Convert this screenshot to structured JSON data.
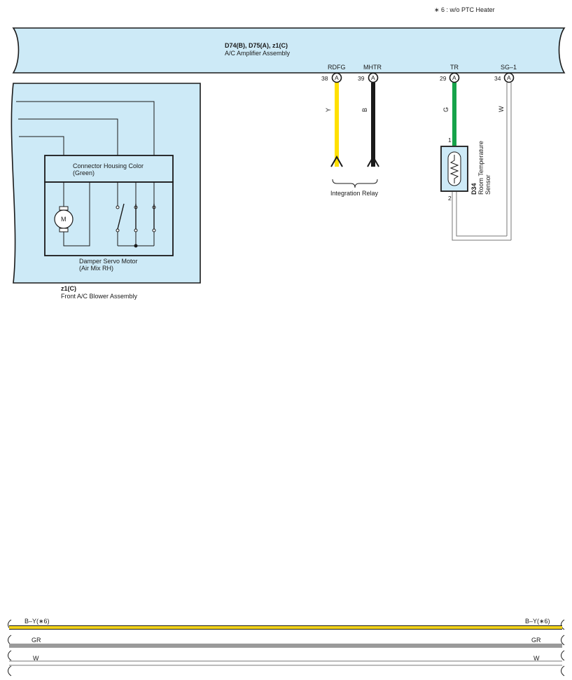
{
  "note": "∗ 6 : w/o PTC Heater",
  "amplifier": {
    "codes": "D74(B), D75(A), z1(C)",
    "name": "A/C Amplifier Assembly"
  },
  "terminals": [
    {
      "name": "RDFG",
      "pin": "38",
      "conn": "A",
      "wire": "Y",
      "color": "#ffe000"
    },
    {
      "name": "MHTR",
      "pin": "39",
      "conn": "A",
      "wire": "B",
      "color": "#1a1a1a"
    },
    {
      "name": "TR",
      "pin": "29",
      "conn": "A",
      "wire": "G",
      "color": "#16a34a"
    },
    {
      "name": "SG–1",
      "pin": "34",
      "conn": "A",
      "wire": "W",
      "color": "#ffffff"
    }
  ],
  "integration_relay": "Integration Relay",
  "sensor": {
    "code": "D34",
    "name_line1": "Room Temperature",
    "name_line2": "Sensor",
    "pin_top": "1",
    "pin_bottom": "2"
  },
  "blower": {
    "code": "z1(C)",
    "name": "Front A/C Blower Assembly",
    "connector_label_line1": "Connector Housing Color",
    "connector_label_line2": "(Green)",
    "motor_symbol": "M",
    "motor_label_line1": "Damper Servo Motor",
    "motor_label_line2": "(Air Mix RH)"
  },
  "bus_wires": [
    {
      "left": "B–Y(∗6)",
      "right": "B–Y(∗6)",
      "color": "#f2d21b",
      "line_color": "#1a1a1a"
    },
    {
      "left": "GR",
      "right": "GR",
      "color": "#9a9a9a",
      "line_color": "#1a1a1a"
    },
    {
      "left": "W",
      "right": "W",
      "color": "#ffffff",
      "line_color": "#1a1a1a"
    }
  ],
  "colors": {
    "panel_fill": "#cdeaf7",
    "outline": "#1a1a1a"
  }
}
